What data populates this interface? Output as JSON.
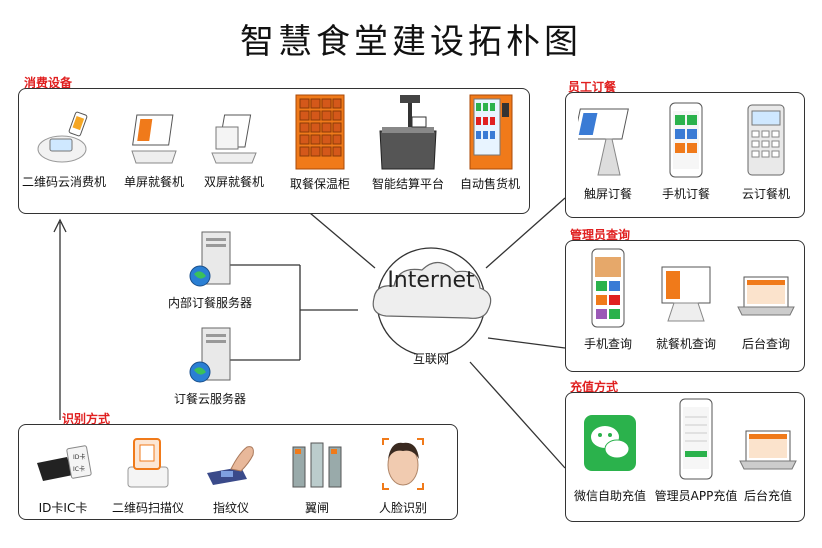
{
  "title": "智慧食堂建设拓朴图",
  "cloud": {
    "label": "Internet",
    "sublabel": "互联网"
  },
  "sections": {
    "consume": {
      "title": "消费设备",
      "items": [
        "二维码云消费机",
        "单屏就餐机",
        "双屏就餐机",
        "取餐保温柜",
        "智能结算平台",
        "自动售货机"
      ]
    },
    "identify": {
      "title": "识别方式",
      "items": [
        "ID卡IC卡",
        "二维码扫描仪",
        "指纹仪",
        "翼闸",
        "人脸识别"
      ]
    },
    "staff": {
      "title": "员工订餐",
      "items": [
        "触屏订餐",
        "手机订餐",
        "云订餐机"
      ]
    },
    "admin": {
      "title": "管理员查询",
      "items": [
        "手机查询",
        "就餐机查询",
        "后台查询"
      ]
    },
    "recharge": {
      "title": "充值方式",
      "items": [
        "微信自助充值",
        "管理员APP充值",
        "后台充值"
      ]
    }
  },
  "servers": [
    "内部订餐服务器",
    "订餐云服务器"
  ],
  "card_labels": {
    "id": "ID卡",
    "ic": "IC卡"
  },
  "colors": {
    "accent": "#e02020",
    "orange": "#f07a1a",
    "green": "#2bb24c"
  }
}
